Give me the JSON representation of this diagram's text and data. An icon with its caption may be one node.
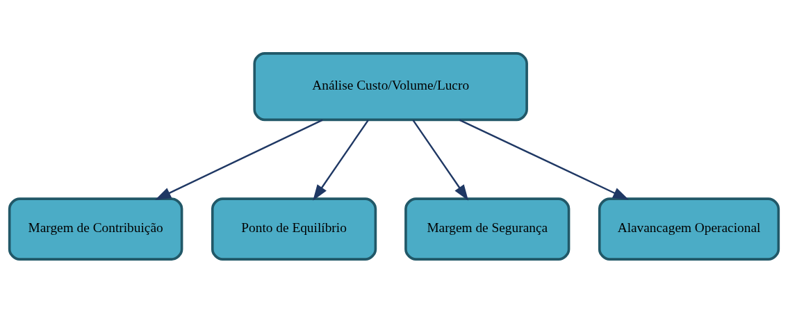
{
  "diagram": {
    "nodes": [
      {
        "text": [
          "Análise Custo/Volume/Lucro"
        ]
      },
      {
        "text": [
          "Margem de Contribuição"
        ]
      },
      {
        "text": [
          "Ponto de Equilíbrio"
        ]
      },
      {
        "text": [
          "Margem de Segurança"
        ]
      },
      {
        "text": [
          "Alavancagem Operacional"
        ]
      }
    ],
    "edges": [
      {
        "from": 0,
        "to": 1,
        "arrow": "to"
      },
      {
        "from": 0,
        "to": 2,
        "arrow": "to"
      },
      {
        "from": 0,
        "to": 3,
        "arrow": "to"
      },
      {
        "from": 0,
        "to": 4,
        "arrow": "to"
      }
    ]
  }
}
